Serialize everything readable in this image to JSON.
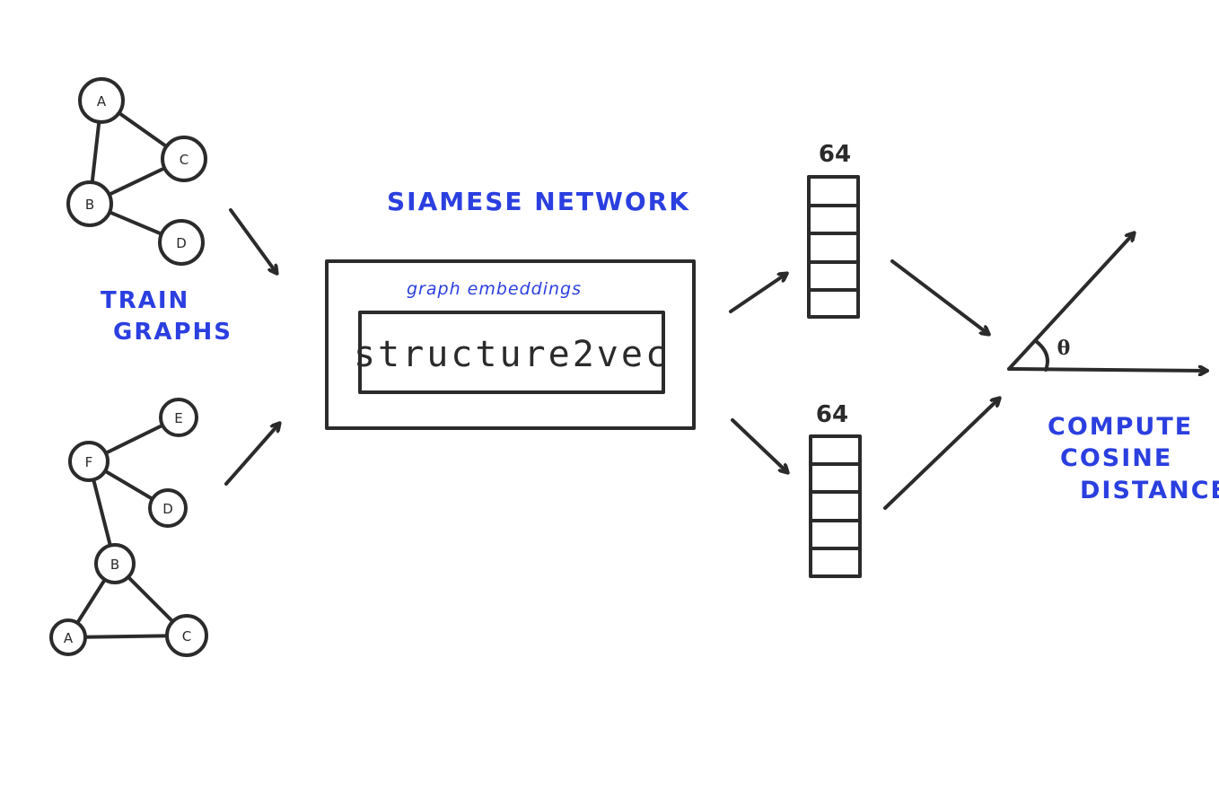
{
  "graphs": {
    "top": {
      "nodes": [
        "A",
        "C",
        "B",
        "D"
      ]
    },
    "bottom": {
      "nodes": [
        "E",
        "F",
        "D",
        "B",
        "A",
        "C"
      ]
    }
  },
  "labels": {
    "train_line1": "TRAIN",
    "train_line2": "GRAPHS",
    "siamese": "SIAMESE NETWORK",
    "graph_embeddings": "graph embeddings",
    "model": "structure2vec",
    "dim_top": "64",
    "dim_bottom": "64",
    "theta": "θ",
    "compute_line1": "COMPUTE",
    "compute_line2": "COSINE",
    "compute_line3": "DISTANCE"
  },
  "colors": {
    "ink": "#2b2b2b",
    "accent": "#2b3fe0",
    "background": "#ffffff"
  }
}
